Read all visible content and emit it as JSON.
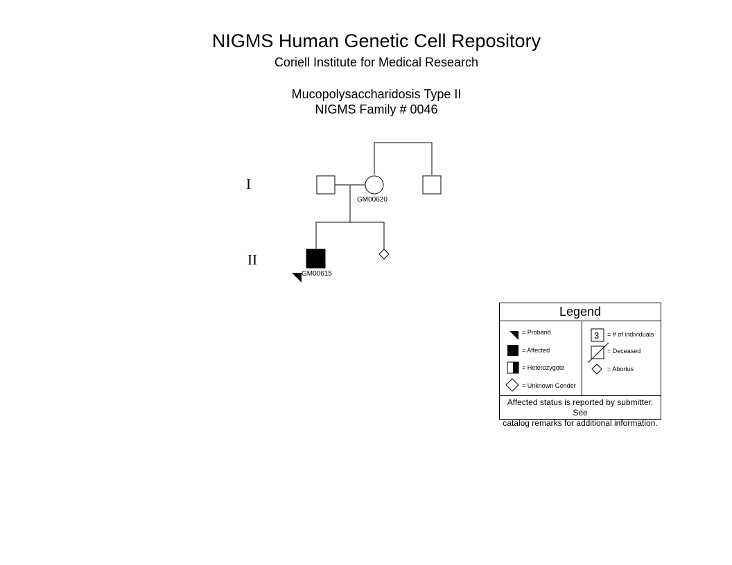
{
  "header": {
    "title": "NIGMS Human Genetic Cell Repository",
    "subtitle": "Coriell Institute for Medical Research",
    "disease": "Mucopolysaccharidosis Type II",
    "family": "NIGMS Family # 0046"
  },
  "generations": [
    "I",
    "II"
  ],
  "individuals": [
    {
      "generation": "I",
      "sex": "male",
      "status": "unaffected",
      "label": ""
    },
    {
      "generation": "I",
      "sex": "female",
      "status": "unaffected",
      "label": "GM00620"
    },
    {
      "generation": "I",
      "sex": "male",
      "status": "unaffected",
      "label": ""
    },
    {
      "generation": "II",
      "sex": "male",
      "status": "affected",
      "proband": true,
      "label": "GM00615"
    },
    {
      "generation": "II",
      "sex": "unknown",
      "status": "abortus",
      "label": ""
    }
  ],
  "legend": {
    "title": "Legend",
    "proband": "= Proband",
    "affected": "= Affected",
    "heterozygote": "= Heterozygote",
    "unknown_gender": "= Unknown Gender",
    "count_number": "3",
    "count": "= # of individuals",
    "deceased": "= Deceased",
    "abortus": "= Abortus",
    "note_line1": "Affected status is reported by submitter. See",
    "note_line2": "catalog remarks for additional information."
  }
}
